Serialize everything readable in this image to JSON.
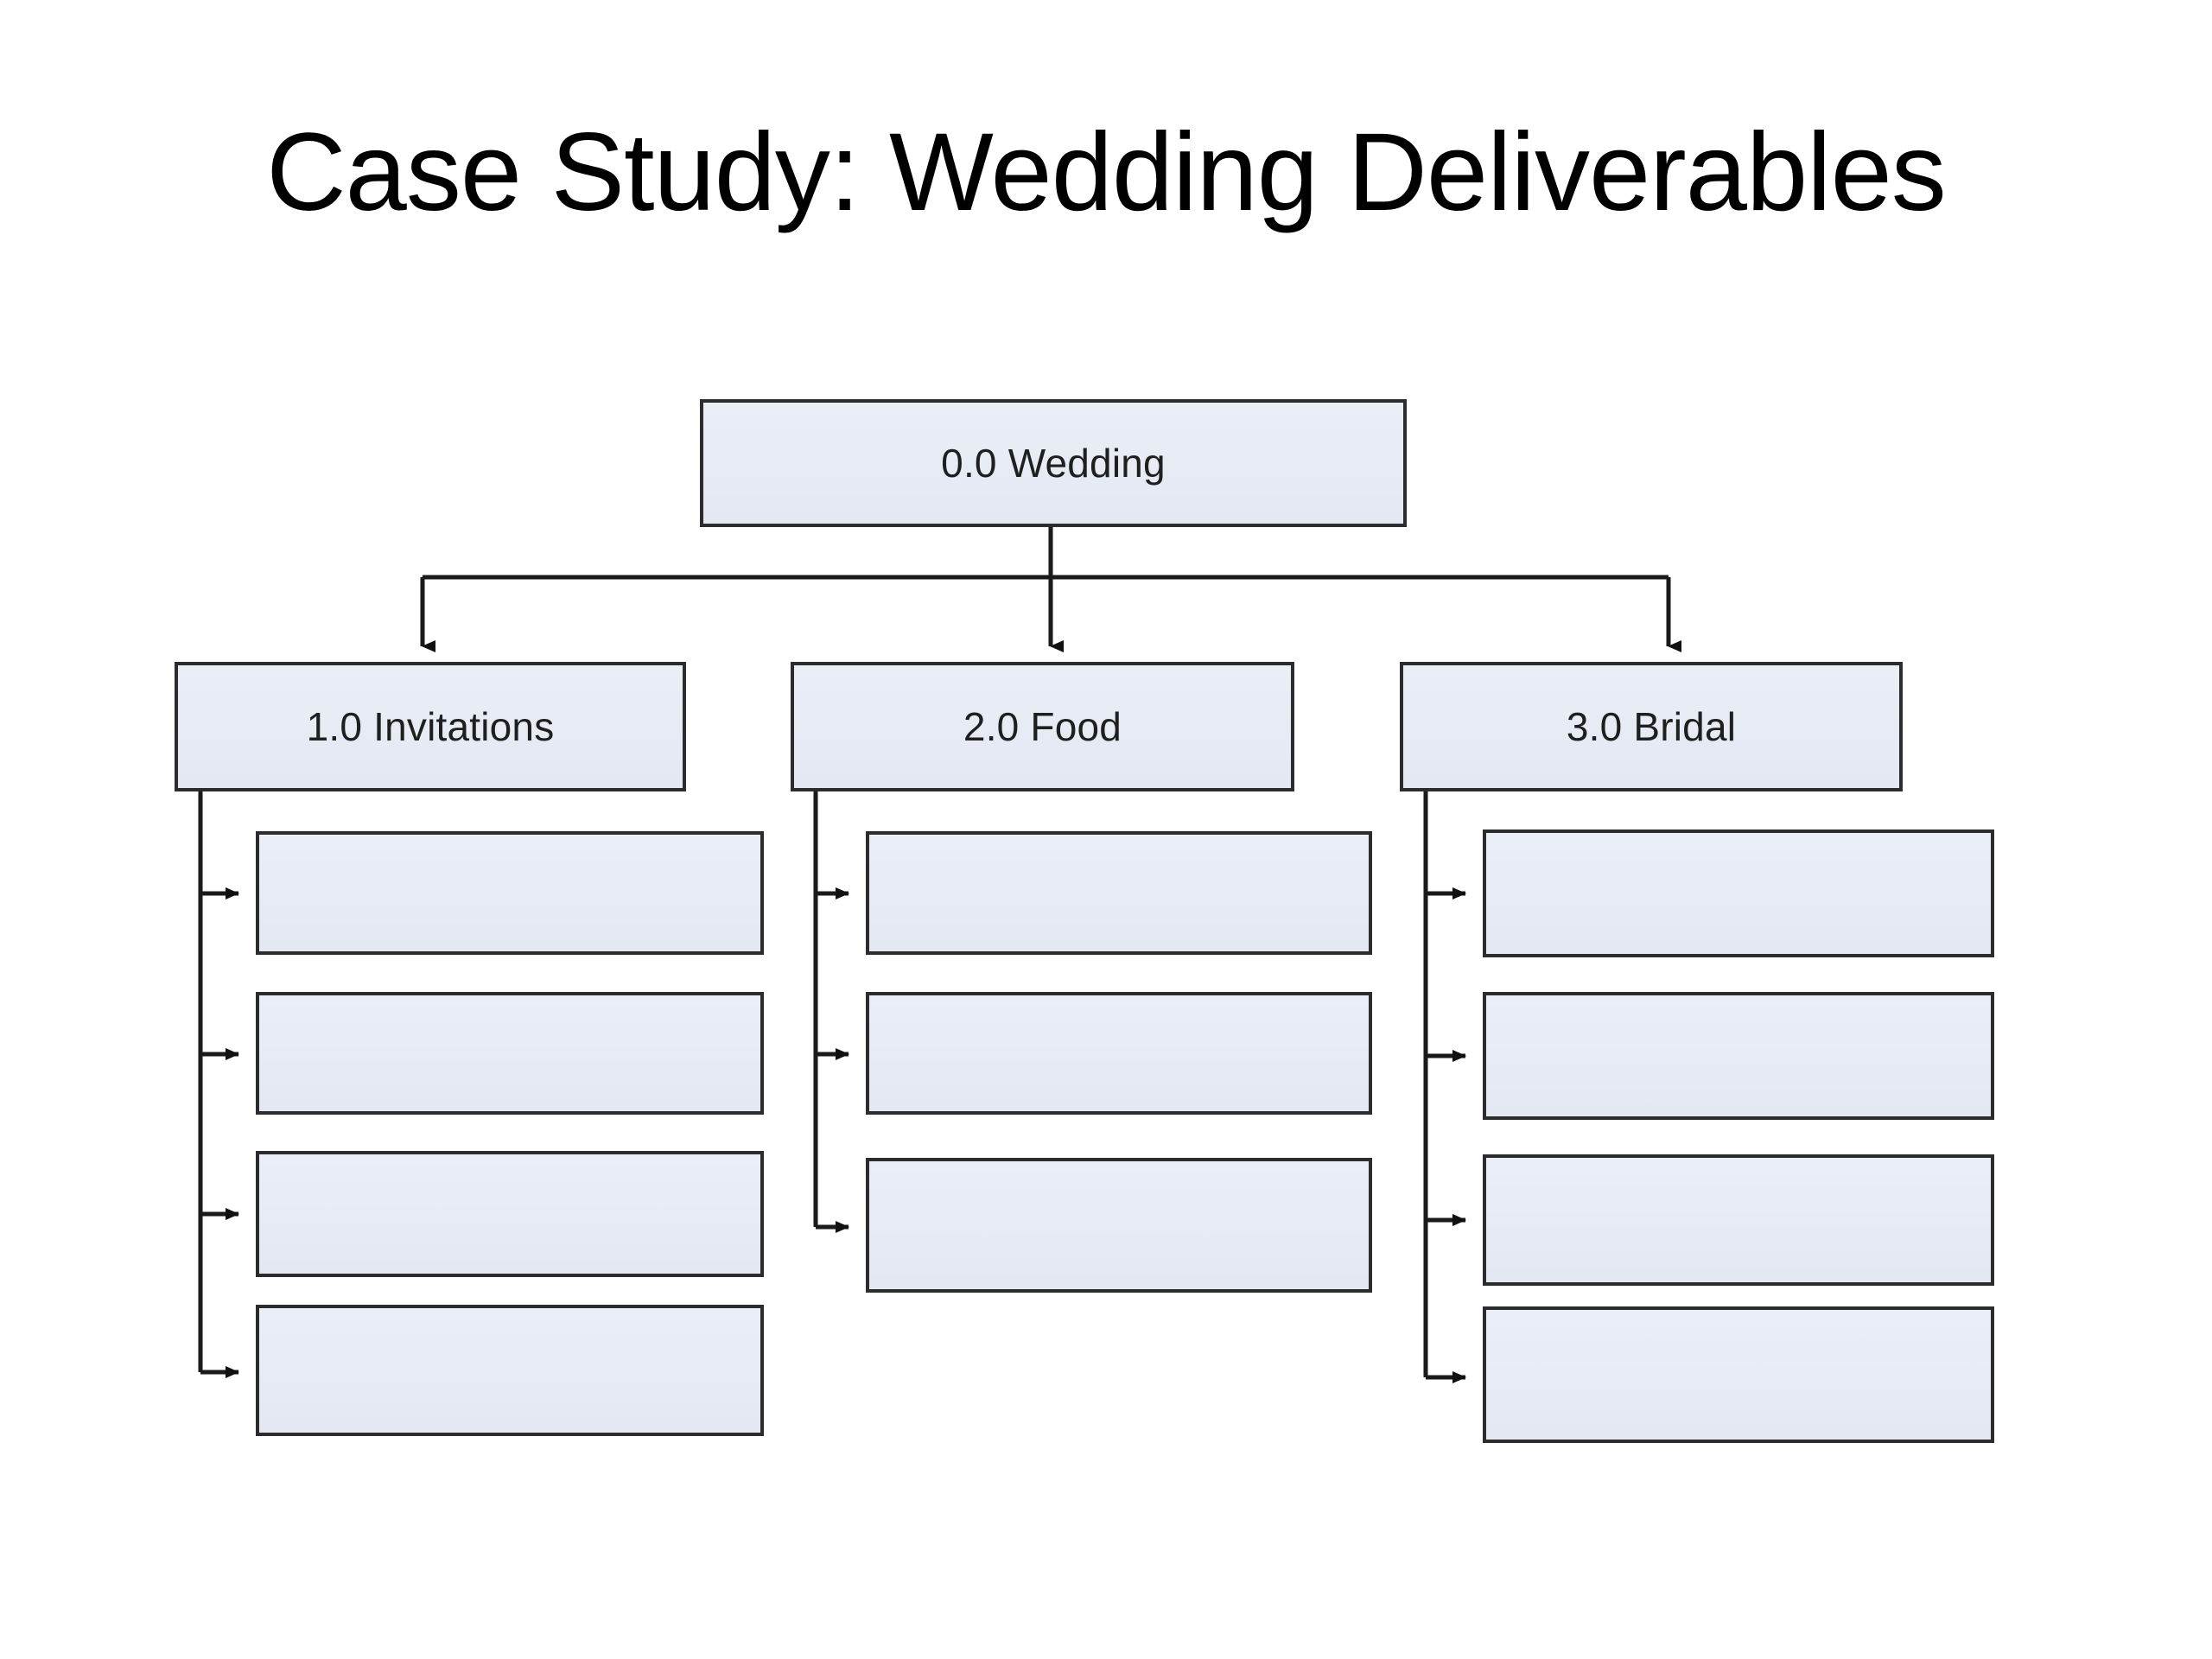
{
  "slide": {
    "title": "Case Study: Wedding Deliverables",
    "background_color": "#ffffff"
  },
  "diagram": {
    "type": "work-breakdown-structure",
    "node_fill_color": "#e6eaf4",
    "node_border_color": "#2c2c2c",
    "connector_color": "#1a1a1a",
    "root": {
      "id": "0.0",
      "label": "0.0 Wedding"
    },
    "branches": [
      {
        "id": "1.0",
        "label": "1.0 Invitations",
        "children": [
          {
            "label": ""
          },
          {
            "label": ""
          },
          {
            "label": ""
          },
          {
            "label": ""
          }
        ]
      },
      {
        "id": "2.0",
        "label": "2.0 Food",
        "children": [
          {
            "label": ""
          },
          {
            "label": ""
          },
          {
            "label": ""
          }
        ]
      },
      {
        "id": "3.0",
        "label": "3.0 Bridal",
        "children": [
          {
            "label": ""
          },
          {
            "label": ""
          },
          {
            "label": ""
          },
          {
            "label": ""
          }
        ]
      }
    ]
  }
}
